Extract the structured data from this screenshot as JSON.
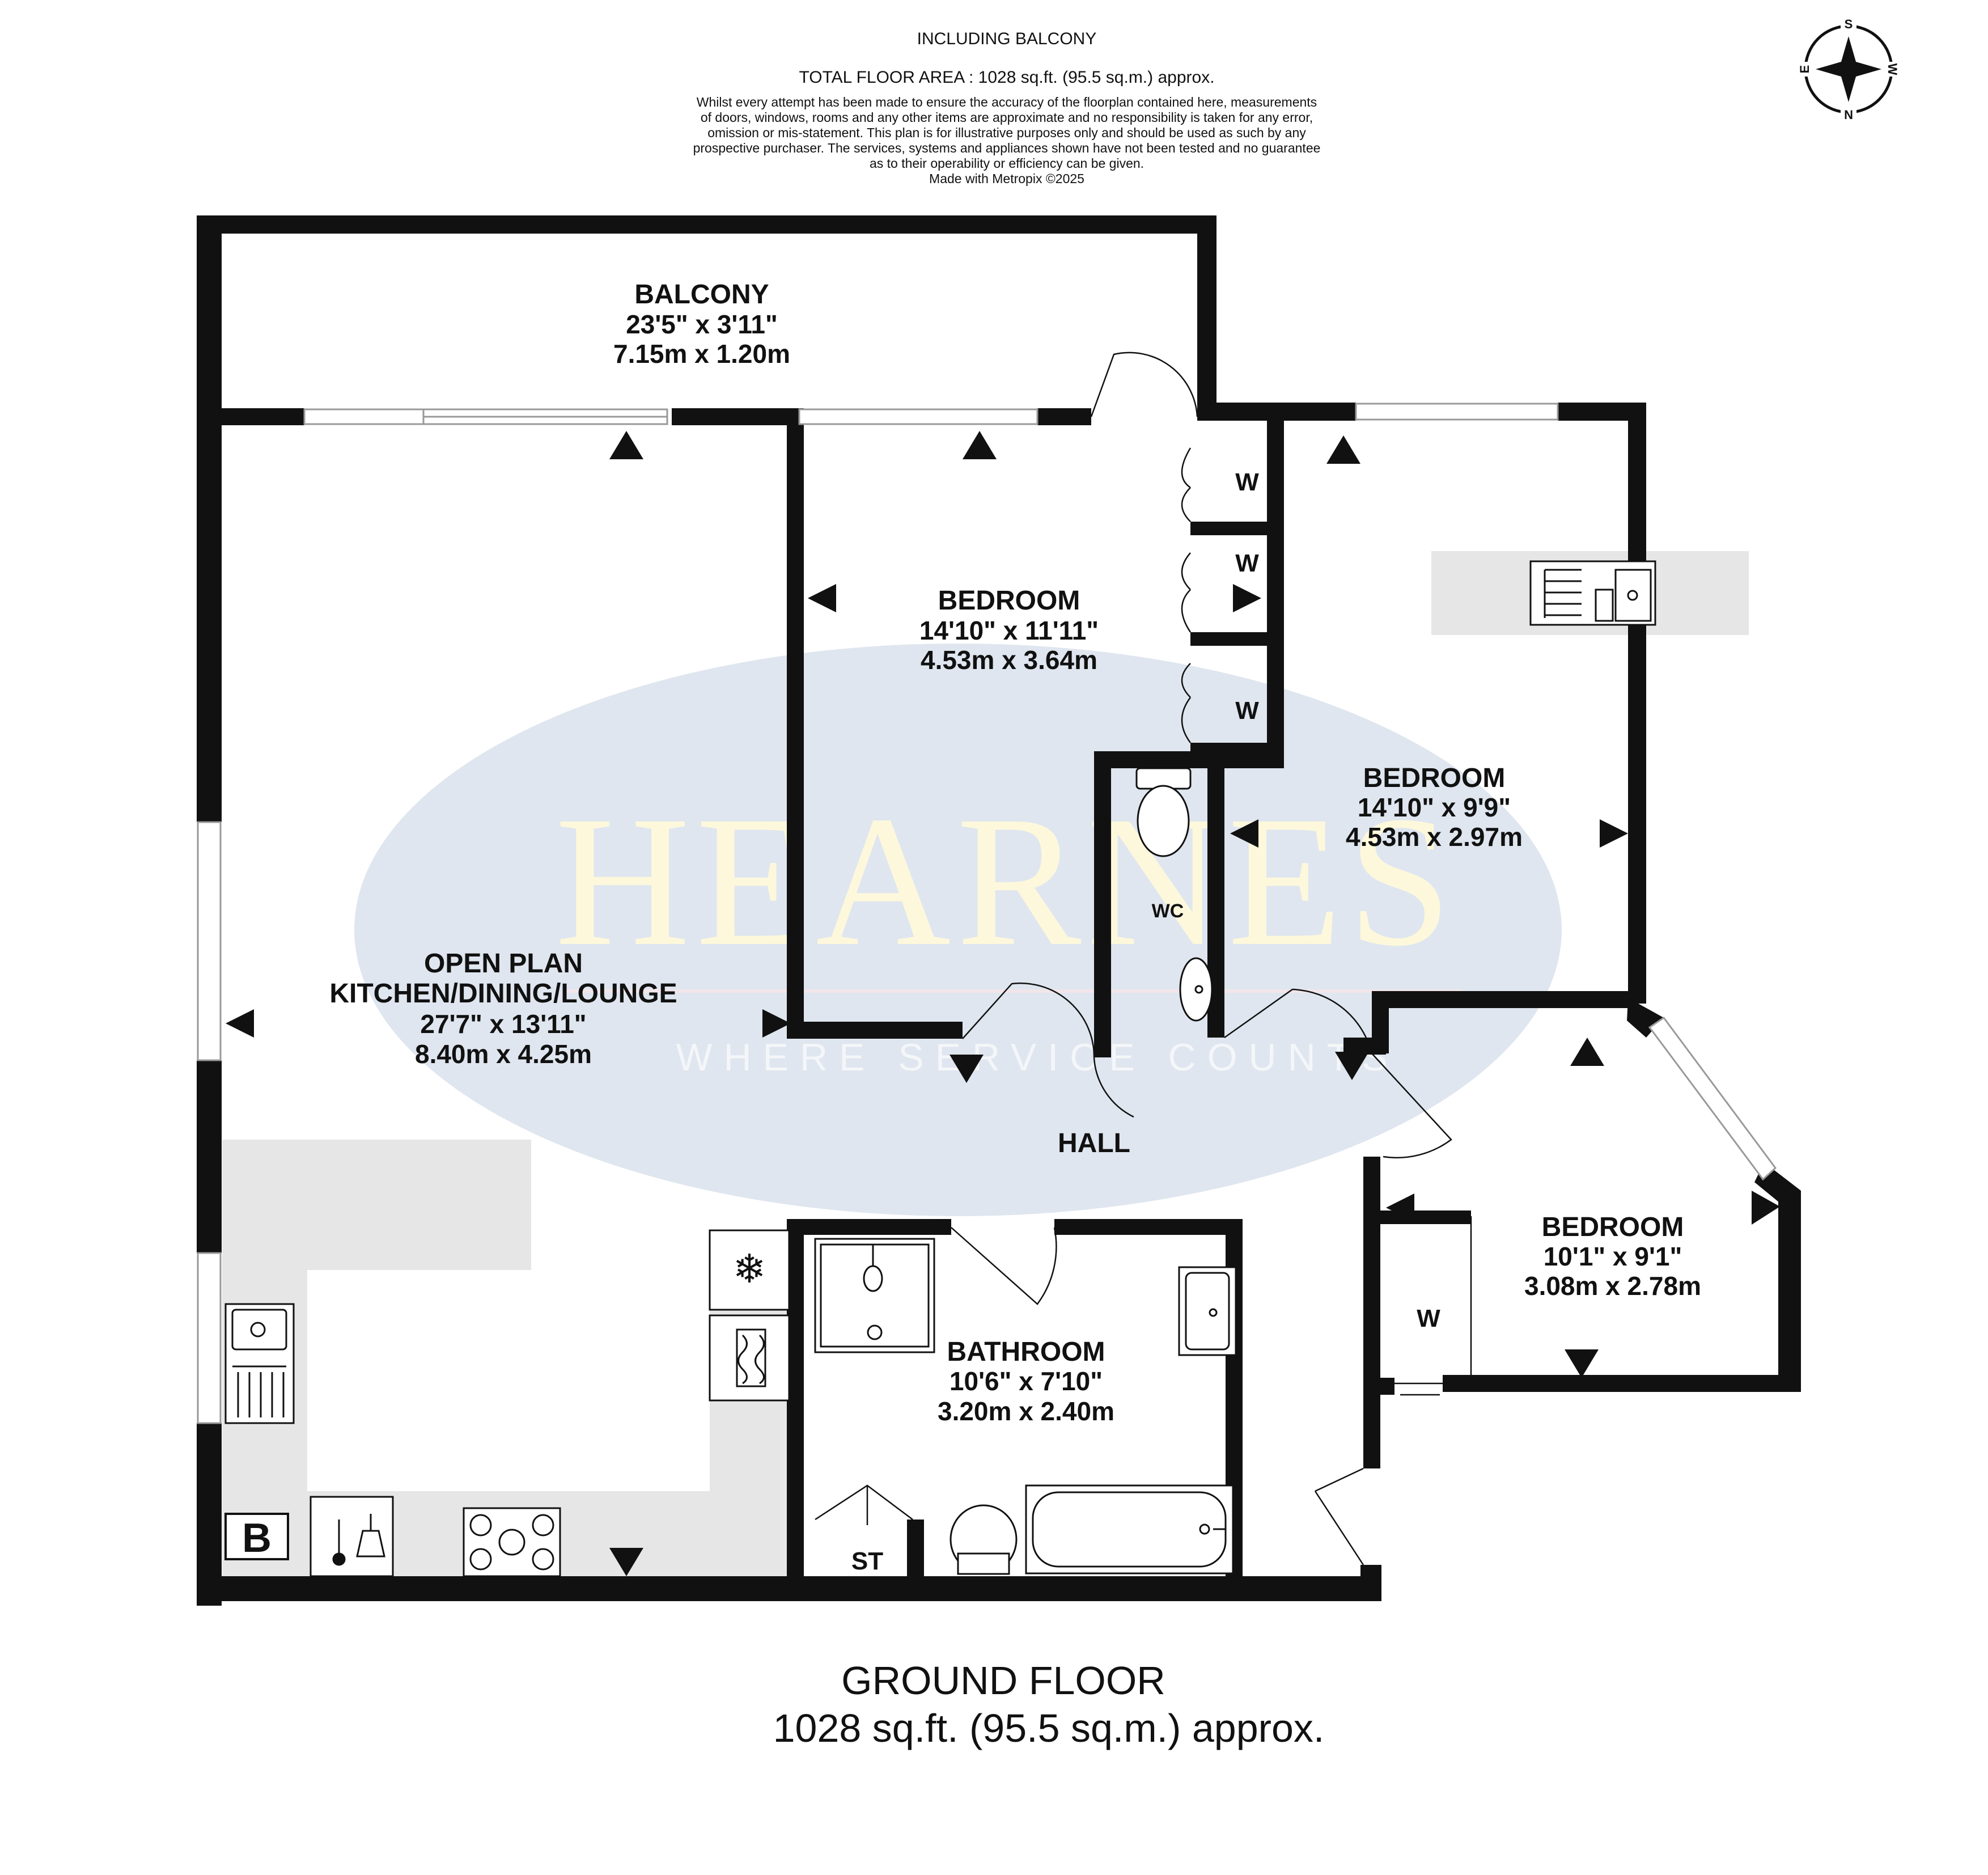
{
  "colors": {
    "wall": "#111111",
    "watermark_ellipse": "#dfe6ef",
    "watermark_text": "#fdf8dc",
    "watermark_sub": "#f4f6f9",
    "fixtures_grey": "#e8e8e8",
    "window_grey": "#bbbbbb"
  },
  "header": {
    "line1": "INCLUDING BALCONY",
    "line2": "TOTAL FLOOR AREA : 1028 sq.ft. (95.5 sq.m.) approx.",
    "disclaimer": [
      "Whilst every attempt has been made to ensure the accuracy of the floorplan contained here, measurements",
      "of doors, windows, rooms and any other items are approximate and no responsibility is taken for any error,",
      "omission or mis-statement. This plan is for illustrative purposes only and should be used as such by any",
      "prospective purchaser. The services, systems and appliances shown have not been tested and no guarantee",
      "as to their operability or efficiency can be given.",
      "Made with Metropix ©2025"
    ]
  },
  "compass": {
    "icon": "compass-rose-icon",
    "top": "S",
    "left": "E",
    "right": "W",
    "bottom": "N"
  },
  "watermark": {
    "brand": "HEARNES",
    "tagline": "WHERE SERVICE COUNTS"
  },
  "rooms": {
    "balcony": {
      "name": "BALCONY",
      "imperial": "23'5\"  x 3'11\"",
      "metric": "7.15m  x 1.20m"
    },
    "open_plan": {
      "name1": "OPEN PLAN",
      "name2": "KITCHEN/DINING/LOUNGE",
      "imperial": "27'7\"  x 13'11\"",
      "metric": "8.40m  x 4.25m"
    },
    "bedroom1": {
      "name": "BEDROOM",
      "imperial": "14'10\"  x 11'11\"",
      "metric": "4.53m  x 3.64m"
    },
    "bedroom2": {
      "name": "BEDROOM",
      "imperial": "14'10\"  x 9'9\"",
      "metric": "4.53m  x 2.97m"
    },
    "bedroom3": {
      "name": "BEDROOM",
      "imperial": "10'1\"  x 9'1\"",
      "metric": "3.08m  x 2.78m"
    },
    "bathroom": {
      "name": "BATHROOM",
      "imperial": "10'6\"  x 7'10\"",
      "metric": "3.20m  x 2.40m"
    },
    "hall": {
      "name": "HALL"
    },
    "wc": {
      "name": "WC"
    }
  },
  "labels": {
    "wardrobe": "W",
    "store": "ST",
    "boiler": "B"
  },
  "footer": {
    "floor": "GROUND FLOOR",
    "area": "1028 sq.ft. (95.5 sq.m.) approx."
  }
}
